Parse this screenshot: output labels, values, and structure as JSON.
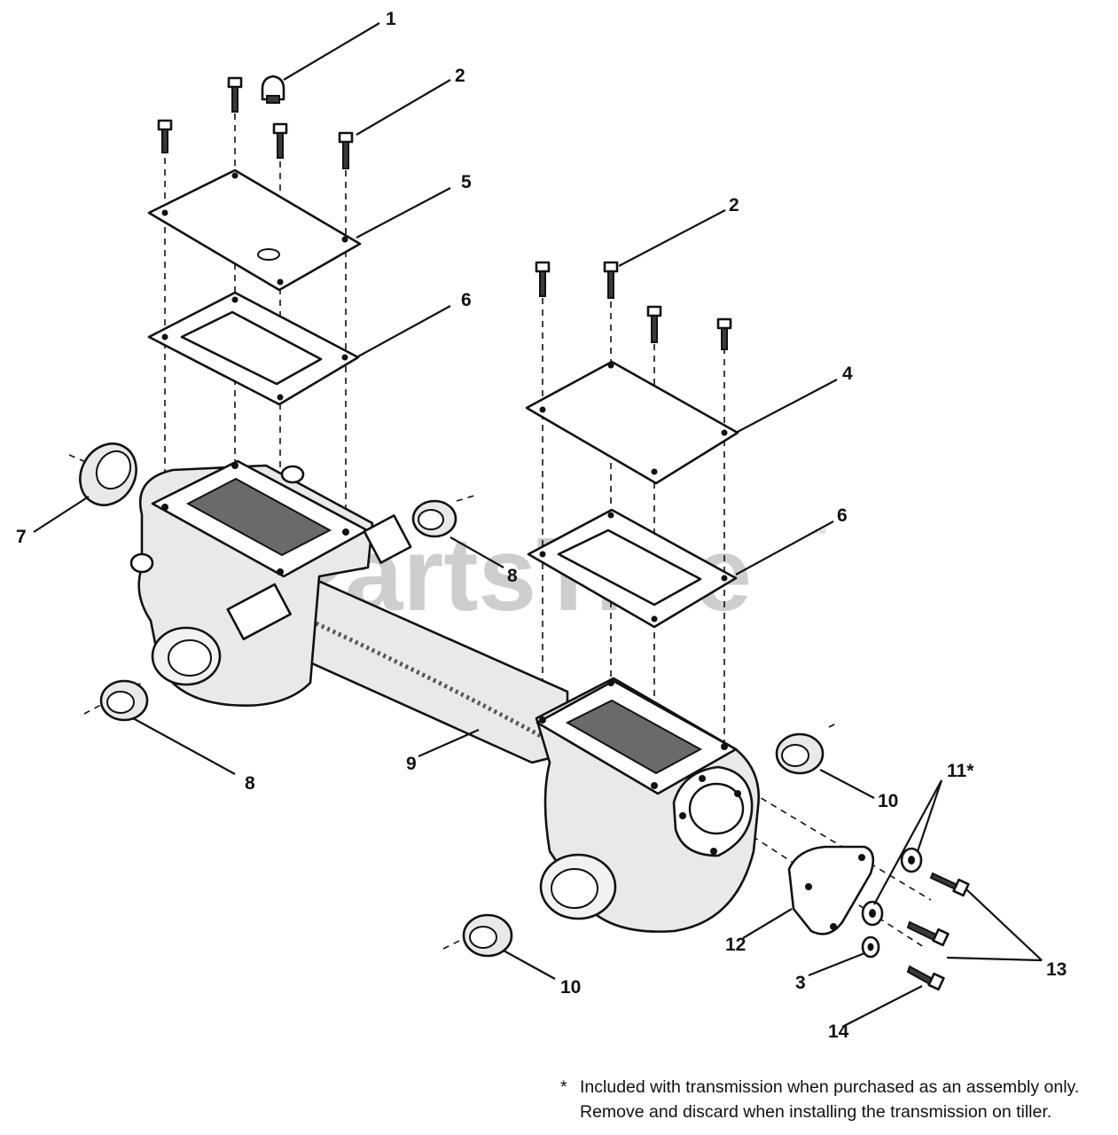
{
  "watermark": {
    "text": "PartsTree",
    "trademark": "™"
  },
  "callouts": {
    "c1": "1",
    "c2a": "2",
    "c2b": "2",
    "c3": "3",
    "c4": "4",
    "c5": "5",
    "c6a": "6",
    "c6b": "6",
    "c7": "7",
    "c8a": "8",
    "c8b": "8",
    "c9": "9",
    "c10a": "10",
    "c10b": "10",
    "c11": "11*",
    "c12": "12",
    "c13": "13",
    "c14": "14"
  },
  "footnote": {
    "marker": "*",
    "line1": "Included with transmission when purchased as an assembly only.",
    "line2": "Remove and discard when installing the transmission on tiller."
  }
}
